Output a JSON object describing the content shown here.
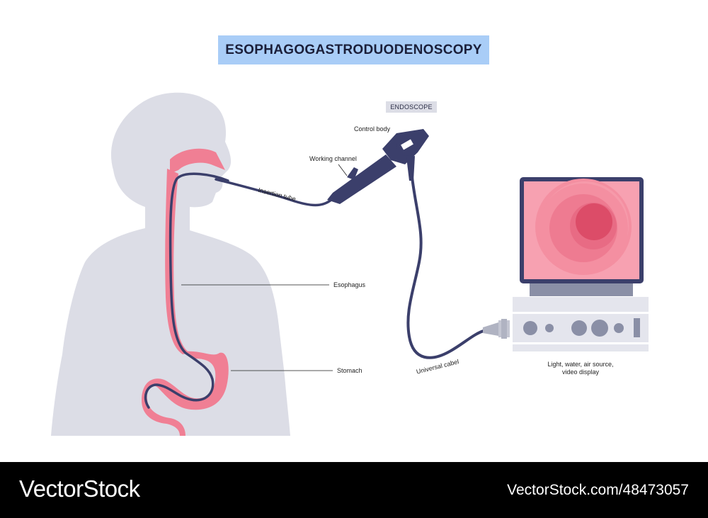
{
  "title": "ESOPHAGOGASTRODUODENOSCOPY",
  "device_tag": "ENDOSCOPE",
  "labels": {
    "control_body": "Control body",
    "working_channel": "Working channel",
    "insertion_tube": "Insertion tube",
    "esophagus": "Esophagus",
    "stomach": "Stomach",
    "universal_cable": "Universal cabel",
    "console_line1": "Light, water, air source,",
    "console_line2": "video display"
  },
  "footer": {
    "brand": "VectorStock",
    "url": "VectorStock.com/48473057"
  },
  "colors": {
    "title_bg": "#a9cdf7",
    "silhouette": "#dcdde6",
    "organ": "#f07f94",
    "scope": "#3b3f6b",
    "monitor_frame": "#3b3f6b",
    "screen_bg": "#f7a1b1",
    "device_body": "#e4e5ed",
    "footer_bg": "#000000"
  },
  "icons": [
    "human-silhouette",
    "endoscope",
    "monitor",
    "light-source-console"
  ]
}
